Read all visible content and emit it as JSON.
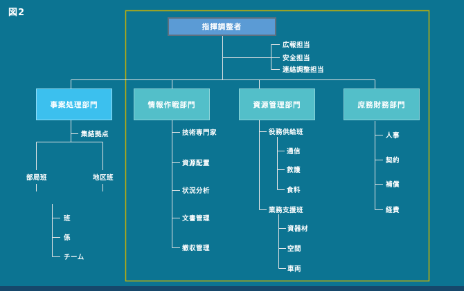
{
  "figure_label": "図2",
  "colors": {
    "background": "#0c7492",
    "highlight_frame": "#c2b007",
    "commander_box_fill": "#5b9bd5",
    "commander_box_border": "#5f7080",
    "incident_box_fill": "#3cc0ee",
    "dept_box_fill": "#53bfc9",
    "connector_line": "#e6e6e6",
    "text": "#ffffff",
    "bottom_strip": "#16486b"
  },
  "org": {
    "commander": "指揮調整者",
    "staff": [
      "広報担当",
      "安全担当",
      "連絡調整担当"
    ],
    "incident_dept": {
      "label": "事案処理部門",
      "assembly_point": "集結拠点",
      "branches": [
        "部局班",
        "地区班"
      ],
      "sub_units": [
        "班",
        "係",
        "チーム"
      ]
    },
    "info_dept": {
      "label": "情報作戦部門",
      "items": [
        "技術専門家",
        "資源配置",
        "状況分析",
        "文書管理",
        "撤収管理"
      ]
    },
    "resource_dept": {
      "label": "資源管理部門",
      "teams": [
        {
          "label": "役務供給班",
          "items": [
            "通信",
            "救護",
            "食料"
          ]
        },
        {
          "label": "業務支援班",
          "items": [
            "資器材",
            "空間",
            "車両"
          ]
        }
      ]
    },
    "admin_dept": {
      "label": "庶務財務部門",
      "items": [
        "人事",
        "契約",
        "補償",
        "経費"
      ]
    }
  }
}
